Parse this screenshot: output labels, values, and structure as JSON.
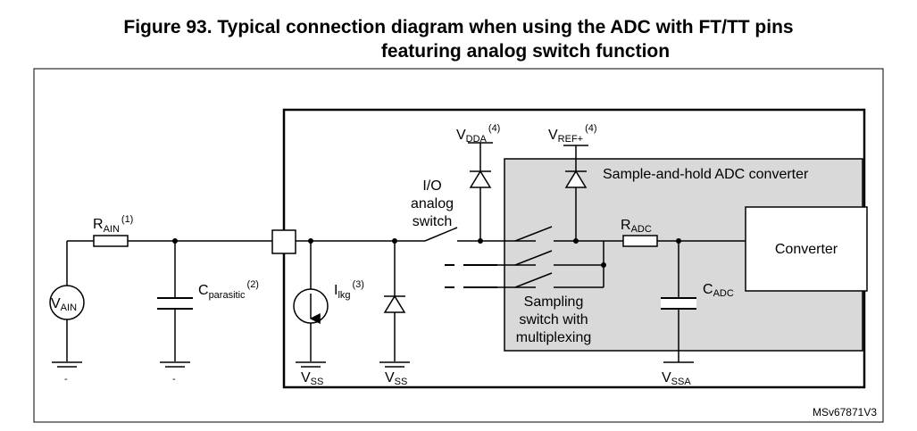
{
  "figure": {
    "title_line1": "Figure 93. Typical connection diagram when using the ADC with FT/TT pins",
    "title_line2": "featuring analog switch function",
    "code": "MSv67871V3"
  },
  "labels": {
    "r_ain": {
      "main": "R",
      "sub": "AIN",
      "sup": "(1)"
    },
    "v_ain": {
      "main": "V",
      "sub": "AIN"
    },
    "v_ain_gnd": "-",
    "c_parasitic": {
      "main": "C",
      "sub": "parasitic",
      "sup": "(2)"
    },
    "c_parasitic_gnd": "-",
    "i_lkg": {
      "main": "I",
      "sub": "lkg",
      "sup": "(3)"
    },
    "vss1": {
      "main": "V",
      "sub": "SS"
    },
    "vss2": {
      "main": "V",
      "sub": "SS"
    },
    "vdda": {
      "main": "V",
      "sub": "DDA",
      "sup": "(4)"
    },
    "vref": {
      "main": "V",
      "sub": "REF+",
      "sup": "(4)"
    },
    "io_switch": [
      "I/O",
      "analog",
      "switch"
    ],
    "sample_hold": "Sample-and-hold ADC converter",
    "r_adc": {
      "main": "R",
      "sub": "ADC"
    },
    "converter": "Converter",
    "c_adc": {
      "main": "C",
      "sub": "ADC"
    },
    "vssa": {
      "main": "V",
      "sub": "SSA"
    },
    "sampling_switch": [
      "Sampling",
      "switch with",
      "multiplexing"
    ]
  }
}
